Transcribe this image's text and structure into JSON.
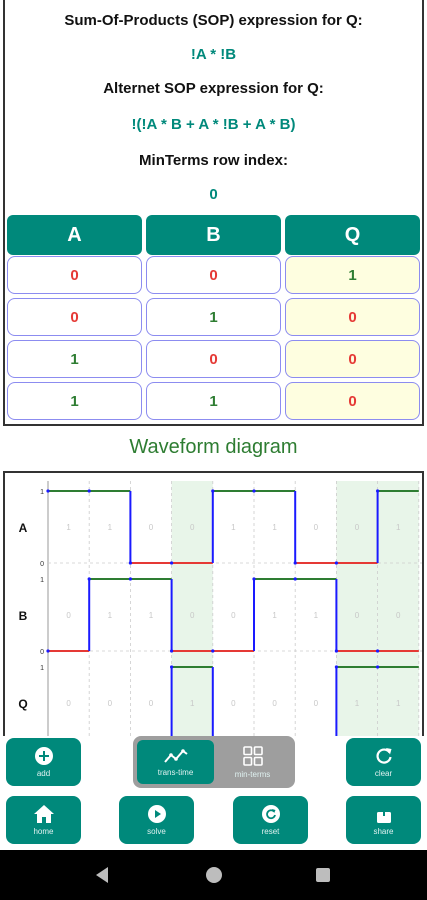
{
  "info": {
    "sop_label": "Sum-Of-Products (SOP) expression for Q:",
    "sop_value": "!A * !B",
    "alt_label": "Alternet SOP expression for Q:",
    "alt_value": "!(!A * B + A * !B + A * B)",
    "minterms_label": "MinTerms row index:",
    "minterms_value": "0"
  },
  "truth_table": {
    "headers": [
      "A",
      "B",
      "Q"
    ],
    "rows": [
      [
        "0",
        "0",
        "1"
      ],
      [
        "0",
        "1",
        "0"
      ],
      [
        "1",
        "0",
        "0"
      ],
      [
        "1",
        "1",
        "0"
      ]
    ]
  },
  "waveform": {
    "title": "Waveform diagram",
    "signals": [
      {
        "name": "A",
        "bits": [
          1,
          1,
          0,
          0,
          1,
          1,
          0,
          0,
          1
        ]
      },
      {
        "name": "B",
        "bits": [
          0,
          1,
          1,
          0,
          0,
          1,
          1,
          0,
          0
        ]
      },
      {
        "name": "Q",
        "bits": [
          0,
          0,
          0,
          1,
          0,
          0,
          0,
          1,
          1
        ]
      }
    ],
    "level_high": "1",
    "level_low": "0",
    "highlight_columns": [
      3,
      7,
      8
    ],
    "colors": {
      "high": "#2e7d32",
      "low": "#e53935",
      "edge": "#1a1aff",
      "highlight": "#e8f5e9",
      "grid": "#cccccc"
    }
  },
  "toolbar": {
    "add": "add",
    "trans_time": "trans-time",
    "min_terms": "min-terms",
    "clear": "clear",
    "home": "home",
    "solve": "solve",
    "reset": "reset",
    "share": "share"
  },
  "colors": {
    "accent": "#00897b",
    "toggle_active": "#00897b",
    "toggle_bg": "#9e9e9e"
  }
}
